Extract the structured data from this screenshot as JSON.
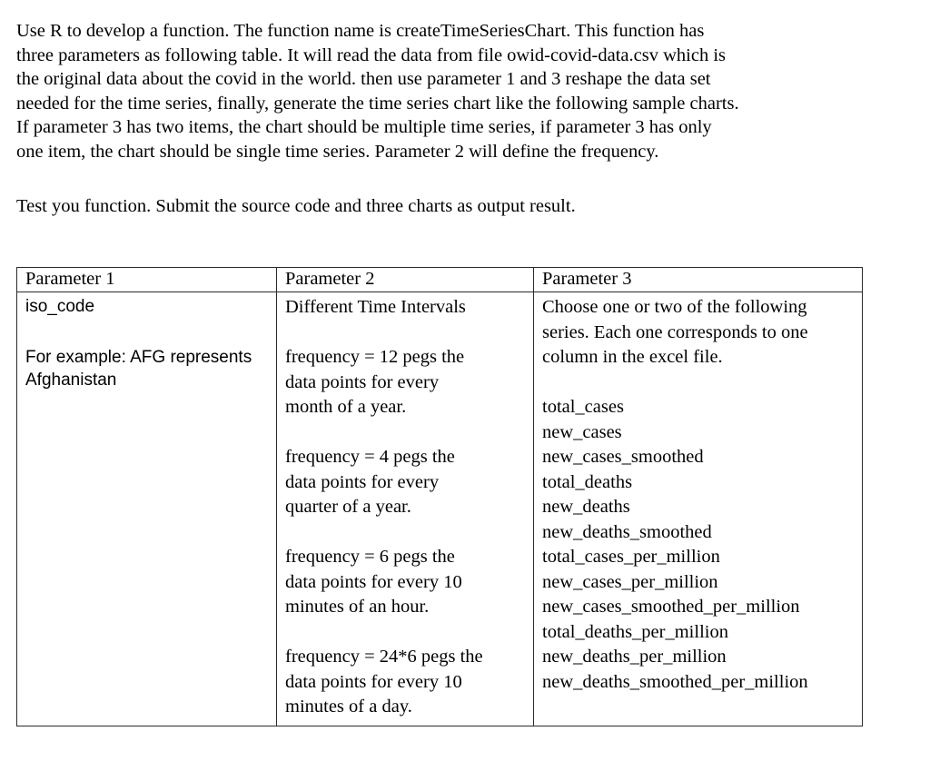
{
  "document": {
    "intro_paragraph": "Use R to develop a function. The function name is createTimeSeriesChart. This function has\nthree parameters as following table. It will read the data from file owid-covid-data.csv which is\nthe original data about the covid in the world. then use parameter 1 and 3 reshape the data set\nneeded for the time series, finally, generate the time series chart like the following sample charts.\nIf parameter 3 has two items, the chart should be multiple time series, if parameter 3 has only\none item, the chart should be single time series. Parameter 2 will define the frequency.",
    "submit_paragraph": "Test you function. Submit the source code and three charts as output result."
  },
  "table": {
    "headers": [
      "Parameter 1",
      "Parameter 2",
      "Parameter 3"
    ],
    "param1": {
      "value": "iso_code",
      "example": "For example: AFG represents\nAfghanistan"
    },
    "param2": {
      "title": "Different Time Intervals",
      "frequencies": [
        "frequency = 12 pegs the\ndata points for every\nmonth of a year.",
        "frequency = 4 pegs the\ndata points for every\nquarter of a year.",
        "frequency = 6 pegs the\ndata points for every 10\nminutes of an hour.",
        "frequency = 24*6 pegs the\ndata points for every 10\nminutes of a day."
      ]
    },
    "param3": {
      "description": "Choose one or two of the following\nseries. Each one corresponds to one\ncolumn in the excel file.",
      "series": [
        "total_cases",
        "new_cases",
        "new_cases_smoothed",
        "total_deaths",
        "new_deaths",
        "new_deaths_smoothed",
        "total_cases_per_million",
        "new_cases_per_million",
        "new_cases_smoothed_per_million",
        "total_deaths_per_million",
        "new_deaths_per_million",
        "new_deaths_smoothed_per_million"
      ]
    }
  },
  "colors": {
    "page_background": "#ffffff",
    "text": "#000000",
    "table_border": "#2b2b2b"
  }
}
